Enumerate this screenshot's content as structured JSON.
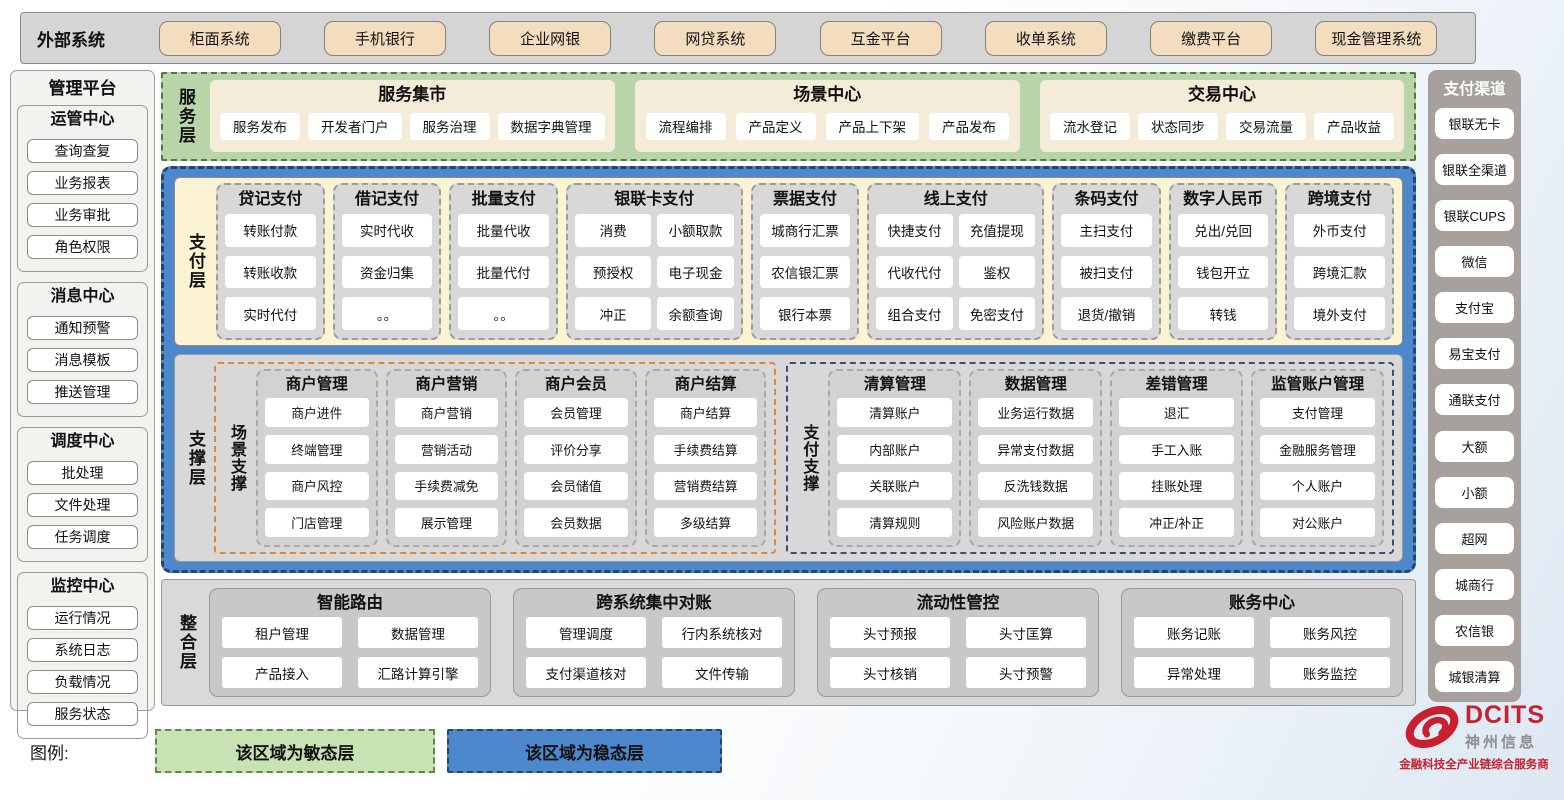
{
  "external": {
    "label": "外部系统",
    "systems": [
      "柜面系统",
      "手机银行",
      "企业网银",
      "网贷系统",
      "互金平台",
      "收单系统",
      "缴费平台",
      "现金管理系统"
    ]
  },
  "management": {
    "title": "管理平台",
    "groups": [
      {
        "title": "运管中心",
        "items": [
          "查询查复",
          "业务报表",
          "业务审批",
          "角色权限"
        ]
      },
      {
        "title": "消息中心",
        "items": [
          "通知预警",
          "消息模板",
          "推送管理"
        ]
      },
      {
        "title": "调度中心",
        "items": [
          "批处理",
          "文件处理",
          "任务调度"
        ]
      },
      {
        "title": "监控中心",
        "items": [
          "运行情况",
          "系统日志",
          "负载情况",
          "服务状态"
        ]
      }
    ]
  },
  "service_layer": {
    "label": "服务层",
    "centers": [
      {
        "title": "服务集市",
        "items": [
          "服务发布",
          "开发者门户",
          "服务治理",
          "数据字典管理"
        ]
      },
      {
        "title": "场景中心",
        "items": [
          "流程编排",
          "产品定义",
          "产品上下架",
          "产品发布"
        ]
      },
      {
        "title": "交易中心",
        "items": [
          "流水登记",
          "状态同步",
          "交易流量",
          "产品收益"
        ]
      }
    ]
  },
  "payment_layer": {
    "label": "支付层",
    "columns": [
      {
        "title": "贷记支付",
        "cols": 1,
        "items": [
          "转账付款",
          "转账收款",
          "实时代付"
        ]
      },
      {
        "title": "借记支付",
        "cols": 1,
        "items": [
          "实时代收",
          "资金归集",
          "。。"
        ]
      },
      {
        "title": "批量支付",
        "cols": 1,
        "items": [
          "批量代收",
          "批量代付",
          "。。"
        ]
      },
      {
        "title": "银联卡支付",
        "cols": 2,
        "items": [
          "消费",
          "小额取款",
          "预授权",
          "电子现金",
          "冲正",
          "余额查询"
        ]
      },
      {
        "title": "票据支付",
        "cols": 1,
        "items": [
          "城商行汇票",
          "农信银汇票",
          "银行本票"
        ]
      },
      {
        "title": "线上支付",
        "cols": 2,
        "items": [
          "快捷支付",
          "充值提现",
          "代收代付",
          "鉴权",
          "组合支付",
          "免密支付"
        ]
      },
      {
        "title": "条码支付",
        "cols": 1,
        "items": [
          "主扫支付",
          "被扫支付",
          "退货/撤销"
        ]
      },
      {
        "title": "数字人民币",
        "cols": 1,
        "items": [
          "兑出/兑回",
          "钱包开立",
          "转钱"
        ]
      },
      {
        "title": "跨境支付",
        "cols": 1,
        "items": [
          "外币支付",
          "跨境汇款",
          "境外支付"
        ]
      }
    ]
  },
  "support_layer": {
    "label": "支撑层",
    "sections": [
      {
        "label": "场景支撑",
        "accent": "orange",
        "columns": [
          {
            "title": "商户管理",
            "items": [
              "商户进件",
              "终端管理",
              "商户风控",
              "门店管理"
            ]
          },
          {
            "title": "商户营销",
            "items": [
              "商户营销",
              "营销活动",
              "手续费减免",
              "展示管理"
            ]
          },
          {
            "title": "商户会员",
            "items": [
              "会员管理",
              "评价分享",
              "会员储值",
              "会员数据"
            ]
          },
          {
            "title": "商户结算",
            "items": [
              "商户结算",
              "手续费结算",
              "营销费结算",
              "多级结算"
            ]
          }
        ]
      },
      {
        "label": "支付支撑",
        "accent": "navy",
        "columns": [
          {
            "title": "清算管理",
            "items": [
              "清算账户",
              "内部账户",
              "关联账户",
              "清算规则"
            ]
          },
          {
            "title": "数据管理",
            "items": [
              "业务运行数据",
              "异常支付数据",
              "反洗钱数据",
              "风险账户数据"
            ]
          },
          {
            "title": "差错管理",
            "items": [
              "退汇",
              "手工入账",
              "挂账处理",
              "冲正/补正"
            ]
          },
          {
            "title": "监管账户管理",
            "items": [
              "支付管理",
              "金融服务管理",
              "个人账户",
              "对公账户"
            ]
          }
        ]
      }
    ]
  },
  "integration_layer": {
    "label": "整合层",
    "modules": [
      {
        "title": "智能路由",
        "items": [
          "租户管理",
          "数据管理",
          "产品接入",
          "汇路计算引擎"
        ]
      },
      {
        "title": "跨系统集中对账",
        "items": [
          "管理调度",
          "行内系统核对",
          "支付渠道核对",
          "文件传输"
        ]
      },
      {
        "title": "流动性管控",
        "items": [
          "头寸预报",
          "头寸匡算",
          "头寸核销",
          "头寸预警"
        ]
      },
      {
        "title": "账务中心",
        "items": [
          "账务记账",
          "账务风控",
          "异常处理",
          "账务监控"
        ]
      }
    ]
  },
  "channels": {
    "title": "支付渠道",
    "items": [
      "银联无卡",
      "银联全渠道",
      "银联CUPS",
      "微信",
      "支付宝",
      "易宝支付",
      "通联支付",
      "大额",
      "小额",
      "超网",
      "城商行",
      "农信银",
      "城银清算"
    ]
  },
  "legend": {
    "label": "图例:",
    "agile": "该区域为敏态层",
    "stable": "该区域为稳态层"
  },
  "logo": {
    "name": "DCITS",
    "cn": "神州信息",
    "tagline": "金融科技全产业链综合服务商"
  },
  "colors": {
    "agile_green_bg": "#b9d4a9",
    "agile_green_border": "#4e7b3e",
    "stable_blue_bg": "#4c88cb",
    "stable_blue_border": "#24466f",
    "payment_cream_bg": "#fcf3d3",
    "scene_support_accent": "#e0863b",
    "pay_support_accent": "#3f4f6b",
    "external_button_bg": "#f3ddbe",
    "panel_gray": "#d8d8d8",
    "channel_panel_gray": "#a6a19c",
    "logo_red": "#c8202f"
  }
}
